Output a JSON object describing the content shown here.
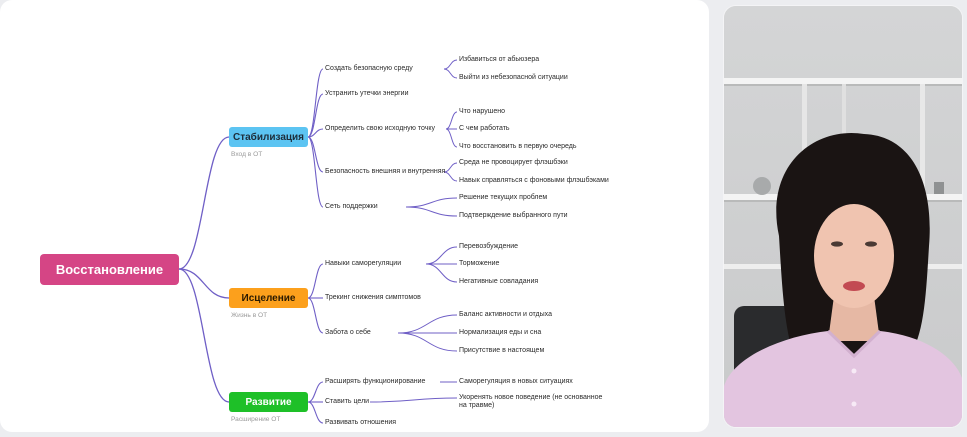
{
  "mindmap": {
    "root": "Восстановление",
    "branches": [
      {
        "label": "Стабилизация",
        "sub": "Вход в ОТ",
        "color": "#5cc4f2",
        "items": [
          {
            "label": "Создать безопасную среду",
            "children": [
              "Избавиться от абьюзера",
              "Выйти из небезопасной ситуации"
            ]
          },
          {
            "label": "Устранить утечки энергии",
            "children": []
          },
          {
            "label": "Определить свою исходную точку",
            "children": [
              "Что нарушено",
              "С чем работать",
              "Что восстановить в первую очередь"
            ]
          },
          {
            "label": "Безопасность внешняя и внутренняя",
            "children": [
              "Среда не провоцирует флэшбэки",
              "Навык справляться с фоновыми флэшбэками"
            ]
          },
          {
            "label": "Сеть поддержки",
            "children": [
              "Решение текущих проблем",
              "Подтверждение выбранного пути"
            ]
          }
        ]
      },
      {
        "label": "Исцеление",
        "sub": "Жизнь в ОТ",
        "color": "#fca01c",
        "items": [
          {
            "label": "Навыки саморегуляции",
            "children": [
              "Перевозбуждение",
              "Торможение",
              "Негативные совладания"
            ]
          },
          {
            "label": "Трекинг снижения симптомов",
            "children": []
          },
          {
            "label": "Забота о себе",
            "children": [
              "Баланс активности и отдыха",
              "Нормализация еды и сна",
              "Присутствие в настоящем"
            ]
          }
        ]
      },
      {
        "label": "Развитие",
        "sub": "Расширение ОТ",
        "color": "#1ec028",
        "items": [
          {
            "label": "Расширять функционирование",
            "children": [
              "Саморегуляция в новых ситуациях"
            ]
          },
          {
            "label": "Ставить цели",
            "children": [
              "Укоренять новое поведение (не основанное на травме)"
            ]
          },
          {
            "label": "Развивать отношения",
            "children": []
          }
        ]
      }
    ]
  },
  "webcam": {
    "icon": "presenter-video-icon"
  }
}
